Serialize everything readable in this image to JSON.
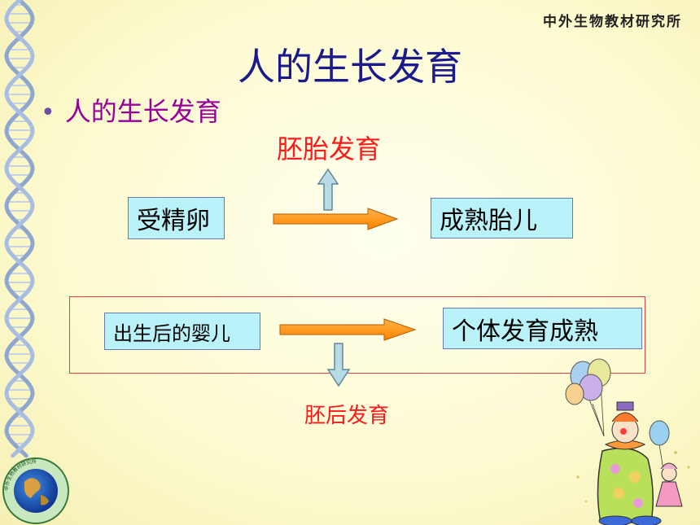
{
  "header": {
    "org_name": "中外生物教材研究所",
    "title": "人的生长发育"
  },
  "bullet": {
    "text": "人的生长发育"
  },
  "diagram": {
    "embryo_label": "胚胎发育",
    "fertilized_egg": "受精卵",
    "mature_fetus": "成熟胎儿",
    "newborn": "出生后的婴儿",
    "mature_individual": "个体发育成熟",
    "post_embryo_label": "胚后发育"
  },
  "logo": {
    "ring_text": "中外生物教材研究所"
  },
  "colors": {
    "title": "#1a1a8c",
    "bullet": "#990099",
    "label_red": "#ff1a1a",
    "box_fill": "#b9f2f8",
    "arrow_orange": "#ff8c00",
    "up_down_arrow": "#b9dbe6",
    "frame": "#e04040"
  }
}
